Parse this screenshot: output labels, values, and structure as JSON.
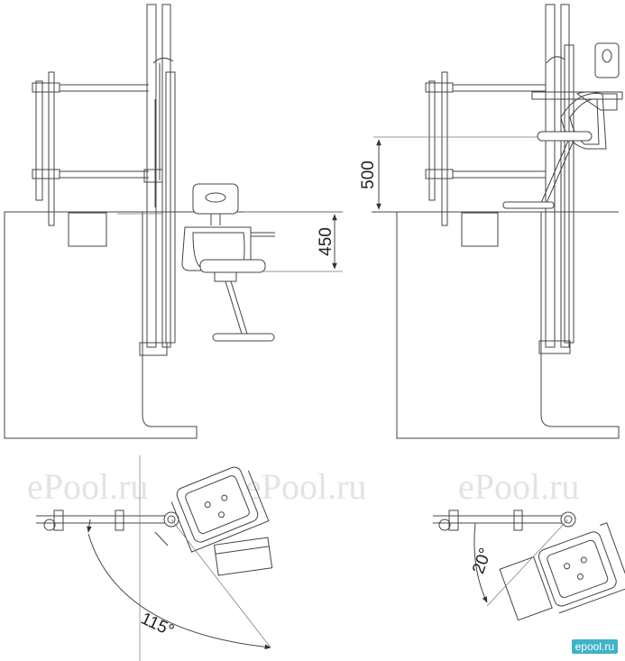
{
  "watermarks": [
    "ePool.ru",
    "ePool.ru",
    "ePool.ru"
  ],
  "dimensions": {
    "front_seat_height": "450",
    "side_seat_height": "500",
    "rotation_angle_large": "115°",
    "rotation_angle_small": "20°"
  },
  "brand_badge": "epool.ru",
  "colors": {
    "line": "#444444",
    "watermark": "#e3e3e3",
    "badge": "#3fb3c9"
  }
}
